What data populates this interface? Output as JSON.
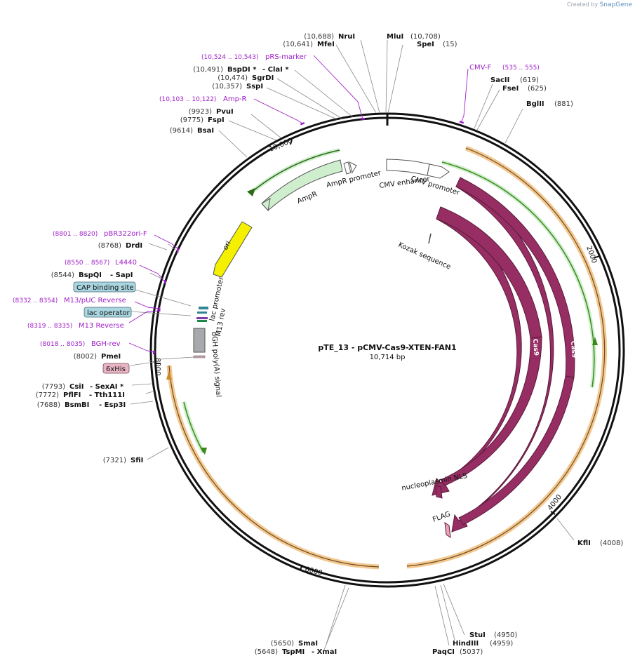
{
  "credit": {
    "created_by": "Created by",
    "brand": "SnapGene"
  },
  "plasmid": {
    "name": "pTE_13 - pCMV-Cas9-XTEN-FAN1",
    "size": "10,714 bp"
  },
  "colors": {
    "backbone": "#111111",
    "site_pos": "#333333",
    "primer": "#a020c8",
    "feature_purple": "#8f2f63",
    "green_orf": "#cfeecd",
    "green_stroke": "#3a9a2a",
    "ori": "#f4f000",
    "orange_band": "#f3c890",
    "cap_box": "#a9d6e0",
    "his_box": "#e8b3c3",
    "grey_box": "#a7a9ad"
  },
  "ticks": [
    {
      "label": "10,000"
    },
    {
      "label": "2000"
    },
    {
      "label": "4000"
    },
    {
      "label": "6000"
    },
    {
      "label": "8000"
    }
  ],
  "sites_right": [
    {
      "pos": "(10,708)",
      "name": "MluI"
    },
    {
      "pos": "(15)",
      "name": "SpeI"
    },
    {
      "pos": "(619)",
      "name": "SacII"
    },
    {
      "pos": "(625)",
      "name": "FseI"
    },
    {
      "pos": "(881)",
      "name": "BglII"
    },
    {
      "pos": "(4008)",
      "name": "KflI"
    },
    {
      "pos": "(4950)",
      "name": "StuI"
    },
    {
      "pos": "(4959)",
      "name": "HindIII"
    },
    {
      "pos": "(5037)",
      "name": "PaqCI"
    }
  ],
  "sites_left": [
    {
      "pos": "(10,688)",
      "name": "NruI"
    },
    {
      "pos": "(10,641)",
      "name": "MfeI"
    },
    {
      "pos": "(10,491)",
      "name": "BspDI *",
      "name2": "- ClaI *"
    },
    {
      "pos": "(10,474)",
      "name": "SgrDI"
    },
    {
      "pos": "(10,357)",
      "name": "SspI"
    },
    {
      "pos": "(9923)",
      "name": "PvuI"
    },
    {
      "pos": "(9775)",
      "name": "FspI"
    },
    {
      "pos": "(9614)",
      "name": "BsaI"
    },
    {
      "pos": "(8768)",
      "name": "DrdI"
    },
    {
      "pos": "(8544)",
      "name": "BspQI",
      "name2": "- SapI"
    },
    {
      "pos": "(8002)",
      "name": "PmeI"
    },
    {
      "pos": "(7793)",
      "name": "CsiI",
      "name2": "- SexAI *"
    },
    {
      "pos": "(7772)",
      "name": "PflFI",
      "name2": "- Tth111I"
    },
    {
      "pos": "(7688)",
      "name": "BsmBI",
      "name2": "- Esp3I"
    },
    {
      "pos": "(7321)",
      "name": "SfiI"
    },
    {
      "pos": "(5650)",
      "name": "SmaI"
    },
    {
      "pos": "(5648)",
      "name": "TspMI",
      "name2": "- XmaI"
    }
  ],
  "primers": [
    {
      "range": "(10,524 .. 10,543)",
      "name": "pRS-marker"
    },
    {
      "range": "(10,103 .. 10,122)",
      "name": "Amp-R"
    },
    {
      "name": "CMV-F",
      "range": "(535 .. 555)"
    },
    {
      "range": "(8801 .. 8820)",
      "name": "pBR322ori-F"
    },
    {
      "range": "(8550 .. 8567)",
      "name": "L4440"
    },
    {
      "range": "(8332 .. 8354)",
      "name": "M13/pUC Reverse"
    },
    {
      "range": "(8319 .. 8335)",
      "name": "M13 Reverse"
    },
    {
      "range": "(8018 .. 8035)",
      "name": "BGH-rev"
    }
  ],
  "boxed": [
    {
      "name": "CAP binding site"
    },
    {
      "name": "lac operator"
    },
    {
      "name": "6xHis"
    }
  ],
  "features": {
    "ampr": "AmpR",
    "ampr_promoter": "AmpR promoter",
    "cmv_enhancer": "CMV enhancer",
    "cmv_promoter": "CMV promoter",
    "kozak": "Kozak sequence",
    "ori": "ori",
    "lac_promoter": "lac promoter",
    "m13_rev": "M13 rev",
    "bgh": "bGH poly(A) signal",
    "cas9_a": "Cas9",
    "cas9_b": "Cas9",
    "nls": "nucleoplasmin NLS",
    "flag": "FLAG"
  }
}
